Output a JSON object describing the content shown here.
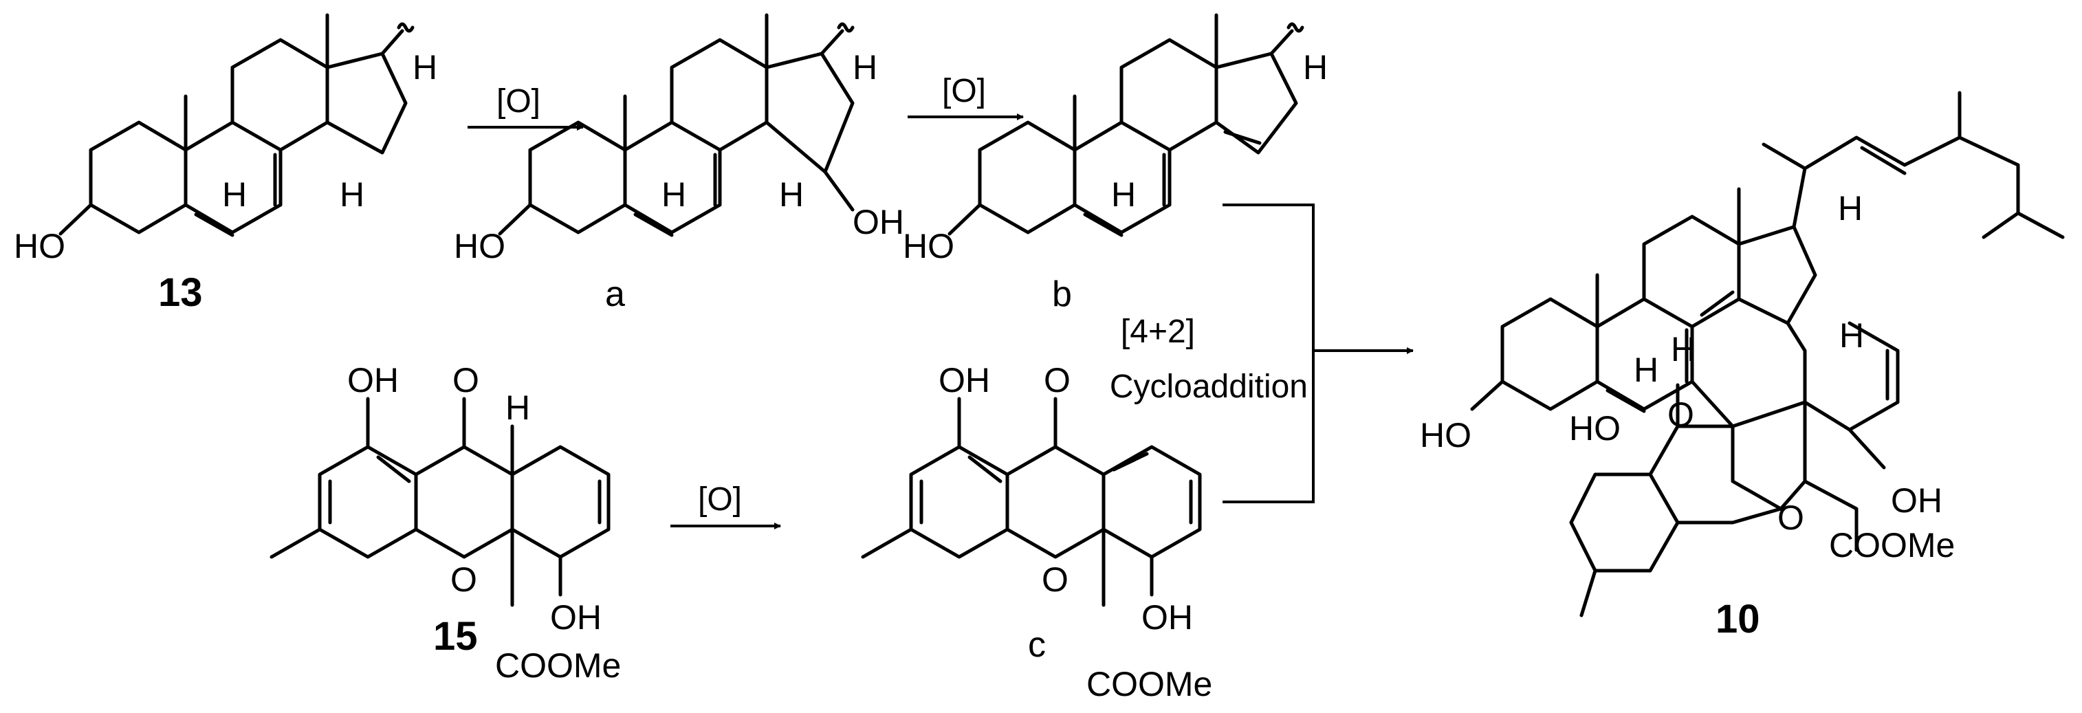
{
  "compounds": {
    "c13": {
      "number": "13",
      "HO": "HO",
      "H_top": "H",
      "H_left": "H",
      "H_right": "H"
    },
    "a": {
      "label": "a",
      "HO": "HO",
      "OH": "OH",
      "H_top": "H",
      "H_left": "H",
      "H_right": "H"
    },
    "b": {
      "label": "b",
      "HO": "HO",
      "H_top": "H",
      "H_left": "H"
    },
    "c15": {
      "number": "15",
      "OH_top": "OH",
      "O_ketone": "O",
      "H_junction": "H",
      "O_ring": "O",
      "OH": "OH",
      "ester": "COOMe"
    },
    "c": {
      "label": "c",
      "OH_top": "OH",
      "O_ketone": "O",
      "O_ring": "O",
      "OH": "OH",
      "ester": "COOMe"
    },
    "c10": {
      "number": "10",
      "HO": "HO",
      "H1": "H",
      "H2": "H",
      "H3": "H",
      "H4": "H",
      "O_ketone": "O",
      "HO_phenol": "HO",
      "O_ring": "O",
      "OH": "OH",
      "ester": "COOMe"
    }
  },
  "reactions": {
    "r1": "[O]",
    "r2": "[O]",
    "r3": "[O]",
    "cycloaddition_line1": "[4+2]",
    "cycloaddition_line2": "Cycloaddition"
  }
}
